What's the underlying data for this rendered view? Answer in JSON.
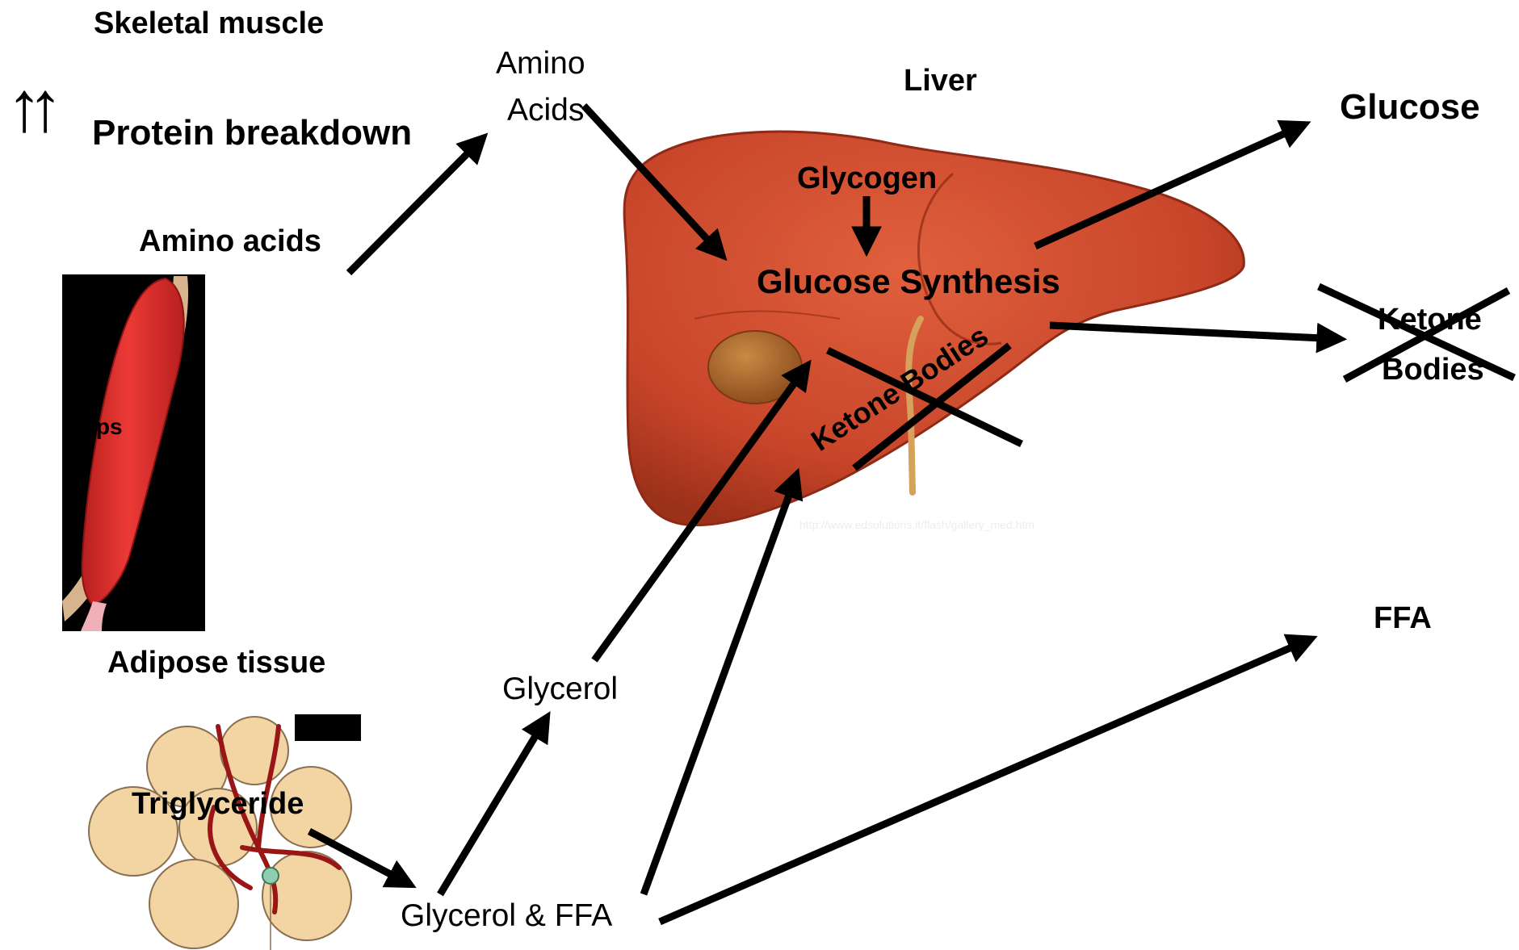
{
  "muscle": {
    "title": "Skeletal muscle",
    "change_symbol": "↑↑",
    "process": "Protein breakdown",
    "output": "Amino acids",
    "image_caption": "iceps"
  },
  "adipose": {
    "title": "Adipose tissue",
    "content": "Triglyceride",
    "product": "Glycerol & FFA",
    "glycerol": "Glycerol"
  },
  "liver": {
    "title": "Liver",
    "amino_input": [
      "Amino",
      "Acids"
    ],
    "glycogen": "Glycogen",
    "synthesis": "Glucose Synthesis",
    "ketone_internal": "Ketone Bodies",
    "watermark": "http://www.edsolutions.it/flash/gallery_med.htm"
  },
  "outputs": {
    "glucose": "Glucose",
    "ketone": [
      "Ketone",
      "Bodies"
    ],
    "ffa": "FFA"
  },
  "colors": {
    "liver": "#c8452a",
    "liver_dark": "#8e2a16",
    "gallbladder": "#a8622a",
    "muscle": "#e0322e",
    "fat": "#f3d5a4",
    "vessel": "#9a1616",
    "arrow": "#000000"
  }
}
